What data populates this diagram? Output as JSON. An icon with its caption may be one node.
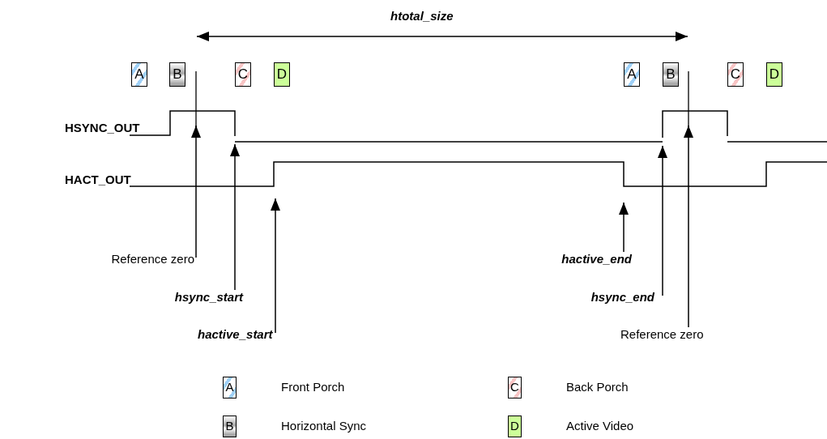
{
  "diagram": {
    "nodes": [
      {
        "text": [
          "A"
        ]
      },
      {
        "text": [
          "B"
        ]
      },
      {
        "text": [
          "C"
        ]
      },
      {
        "text": [
          "D"
        ]
      },
      {
        "text": [
          "A"
        ]
      },
      {
        "text": [
          "B"
        ]
      },
      {
        "text": [
          "C"
        ]
      },
      {
        "text": [
          "D"
        ]
      },
      {
        "text": [
          "Reference zero"
        ]
      },
      {
        "text": [
          "hsync_start"
        ]
      },
      {
        "text": [
          "hactive_start"
        ]
      },
      {
        "text": [
          "hactive_end"
        ]
      },
      {
        "text": [
          "hsync_end"
        ]
      },
      {
        "text": [
          "Reference zero"
        ]
      },
      {
        "text": [],
        "shape": "line"
      },
      {
        "text": [],
        "shape": "line"
      }
    ],
    "edges": [
      {
        "from": 8,
        "to": 14,
        "arrow": "to"
      },
      {
        "from": 9,
        "to": 14,
        "arrow": "to"
      },
      {
        "from": 10,
        "to": 15,
        "arrow": "to"
      },
      {
        "from": 11,
        "to": 15,
        "arrow": "to"
      },
      {
        "from": 12,
        "to": 14,
        "arrow": "to"
      },
      {
        "from": 13,
        "to": 14,
        "arrow": "to"
      }
    ],
    "labels": [
      "htotal_size",
      "HSYNC_OUT",
      "HACT_OUT",
      "A",
      "C",
      "B",
      "D"
    ],
    "legend": [
      {
        "text": "Front Porch",
        "color": "#9fd0f7"
      },
      {
        "text": "Back Porch",
        "color": "#f8c4c4"
      },
      {
        "text": "Horizontal Sync",
        "color": "#a6a6a6"
      },
      {
        "text": "Active Video",
        "color": "#ccff99"
      }
    ]
  }
}
